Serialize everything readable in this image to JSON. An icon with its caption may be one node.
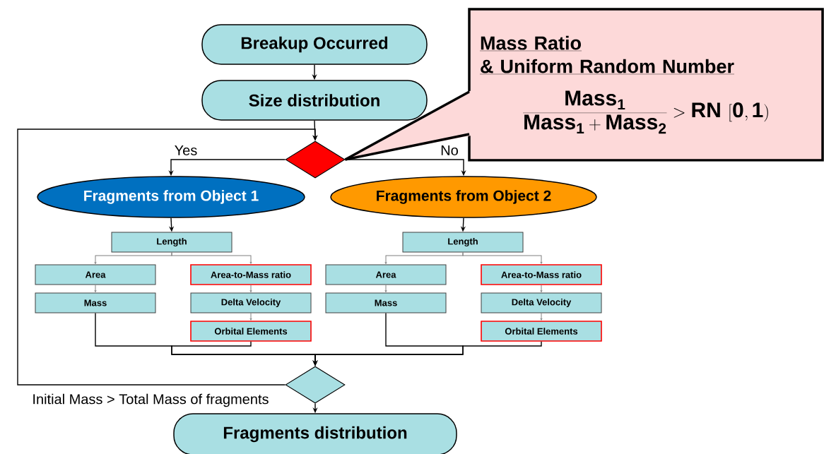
{
  "diagram": {
    "nodes": [
      {
        "text": [
          "Breakup Occurred"
        ]
      },
      {
        "text": [
          "Size distribution"
        ]
      },
      {
        "text": [],
        "shape": "diamond"
      },
      {
        "text": [
          "Fragments from Object 1"
        ]
      },
      {
        "text": [
          "Fragments from Object 2"
        ]
      },
      {
        "text": [
          "Length"
        ]
      },
      {
        "text": [
          "Area"
        ]
      },
      {
        "text": [
          "Area-to-Mass ratio"
        ]
      },
      {
        "text": [
          "Mass"
        ]
      },
      {
        "text": [
          "Delta Velocity"
        ]
      },
      {
        "text": [
          "Orbital Elements"
        ]
      },
      {
        "text": [
          "Length"
        ]
      },
      {
        "text": [
          "Area"
        ]
      },
      {
        "text": [
          "Area-to-Mass ratio"
        ]
      },
      {
        "text": [
          "Mass"
        ]
      },
      {
        "text": [
          "Delta Velocity"
        ]
      },
      {
        "text": [
          "Orbital Elements"
        ]
      },
      {
        "text": [],
        "shape": "diamond"
      },
      {
        "text": [
          "Fragments distribution"
        ]
      },
      {
        "text": [
          "Mass Ratio",
          "& Uniform Random Number",
          "\\frac{\\mathbf{Mass}_{\\mathbf{1}}}{\\mathbf{Mass}_{\\mathbf{1}}+\\mathbf{Mass}_{\\mathbf{2}}}>\\mathbf{RN}\\ [\\mathbf{0},\\mathbf{1})"
        ]
      }
    ],
    "edges": [
      {
        "from": 0,
        "to": 1,
        "arrow": "to"
      },
      {
        "from": 1,
        "to": 2,
        "arrow": "to"
      },
      {
        "from": 2,
        "to": 3,
        "arrow": "to",
        "label": "Yes"
      },
      {
        "from": 2,
        "to": 4,
        "arrow": "to",
        "label": "No"
      },
      {
        "from": 3,
        "to": 5,
        "arrow": "to"
      },
      {
        "from": 4,
        "to": 11,
        "arrow": "to"
      },
      {
        "from": 5,
        "to": 6,
        "arrow": "to",
        "color": "#808080"
      },
      {
        "from": 5,
        "to": 7,
        "arrow": "to",
        "color": "#808080"
      },
      {
        "from": 6,
        "to": 8,
        "arrow": "to",
        "color": "#808080"
      },
      {
        "from": 7,
        "to": 9,
        "arrow": "to",
        "color": "#808080"
      },
      {
        "from": 9,
        "to": 10,
        "arrow": "to",
        "color": "#808080"
      },
      {
        "from": 11,
        "to": 12,
        "arrow": "to",
        "color": "#808080"
      },
      {
        "from": 11,
        "to": 13,
        "arrow": "to",
        "color": "#808080"
      },
      {
        "from": 12,
        "to": 14,
        "arrow": "to",
        "color": "#808080"
      },
      {
        "from": 13,
        "to": 15,
        "arrow": "to",
        "color": "#808080"
      },
      {
        "from": 15,
        "to": 16,
        "arrow": "to",
        "color": "#808080"
      },
      {
        "from": 8,
        "to": 17,
        "arrow": "to"
      },
      {
        "from": 10,
        "to": 17,
        "arrow": "to"
      },
      {
        "from": 14,
        "to": 17,
        "arrow": "to"
      },
      {
        "from": 16,
        "to": 17,
        "arrow": "to"
      },
      {
        "from": 17,
        "to": 18,
        "arrow": "to"
      },
      {
        "from": 17,
        "to": 2,
        "arrow": "to",
        "label": "Initial Mass > Total Mass of fragments"
      },
      {
        "from": 19,
        "to": 2,
        "arrow": "none",
        "style": "thick"
      }
    ]
  }
}
